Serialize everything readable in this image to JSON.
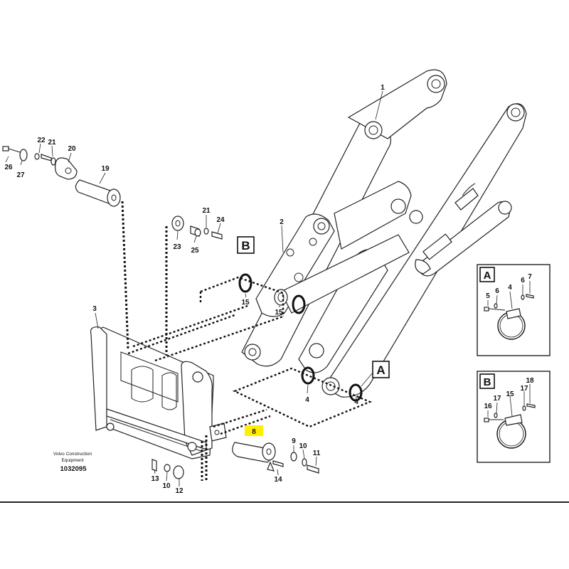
{
  "credit": {
    "line1": "Volvo Construction",
    "line2": "Equipment",
    "code": "1032095"
  },
  "highlight_color": "#ffee00",
  "callouts": {
    "b_main": "B",
    "a_main": "A",
    "a_inset": "A",
    "b_inset": "B"
  },
  "labels": {
    "p1": "1",
    "p2": "2",
    "p3": "3",
    "p4_upper": "4",
    "p4_lower": "4",
    "p8": "8",
    "p9": "9",
    "p10_right": "10",
    "p10_bottom": "10",
    "p11": "11",
    "p12": "12",
    "p13": "13",
    "p14": "14",
    "p15_upper": "15",
    "p15_lower": "15",
    "p19": "19",
    "p20": "20",
    "p21_top": "21",
    "p22": "22",
    "p26": "26",
    "p27": "27",
    "p21_mid": "21",
    "p23": "23",
    "p24": "24",
    "p25": "25"
  },
  "inset_a_labels": {
    "n5": "5",
    "n6a": "6",
    "n4": "4",
    "n6b": "6",
    "n7": "7"
  },
  "inset_b_labels": {
    "n16": "16",
    "n17a": "17",
    "n15": "15",
    "n17b": "17",
    "n18": "18"
  }
}
